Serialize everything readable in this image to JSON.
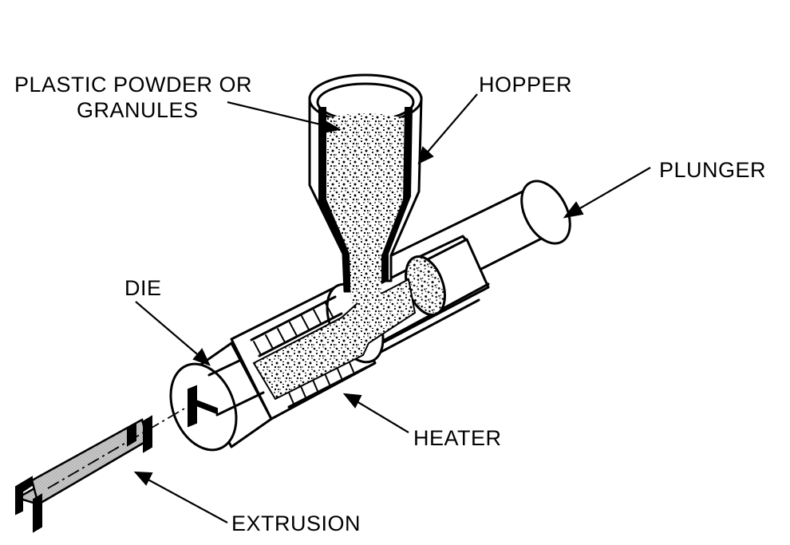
{
  "labels": {
    "powder": [
      "PLASTIC POWDER OR",
      "GRANULES"
    ],
    "hopper": "HOPPER",
    "plunger": "PLUNGER",
    "die": "DIE",
    "heater": "HEATER",
    "extrusion": "EXTRUSION"
  },
  "colors": {
    "ink": "#000000",
    "paper": "#ffffff",
    "shading": "#c8c8c8"
  }
}
